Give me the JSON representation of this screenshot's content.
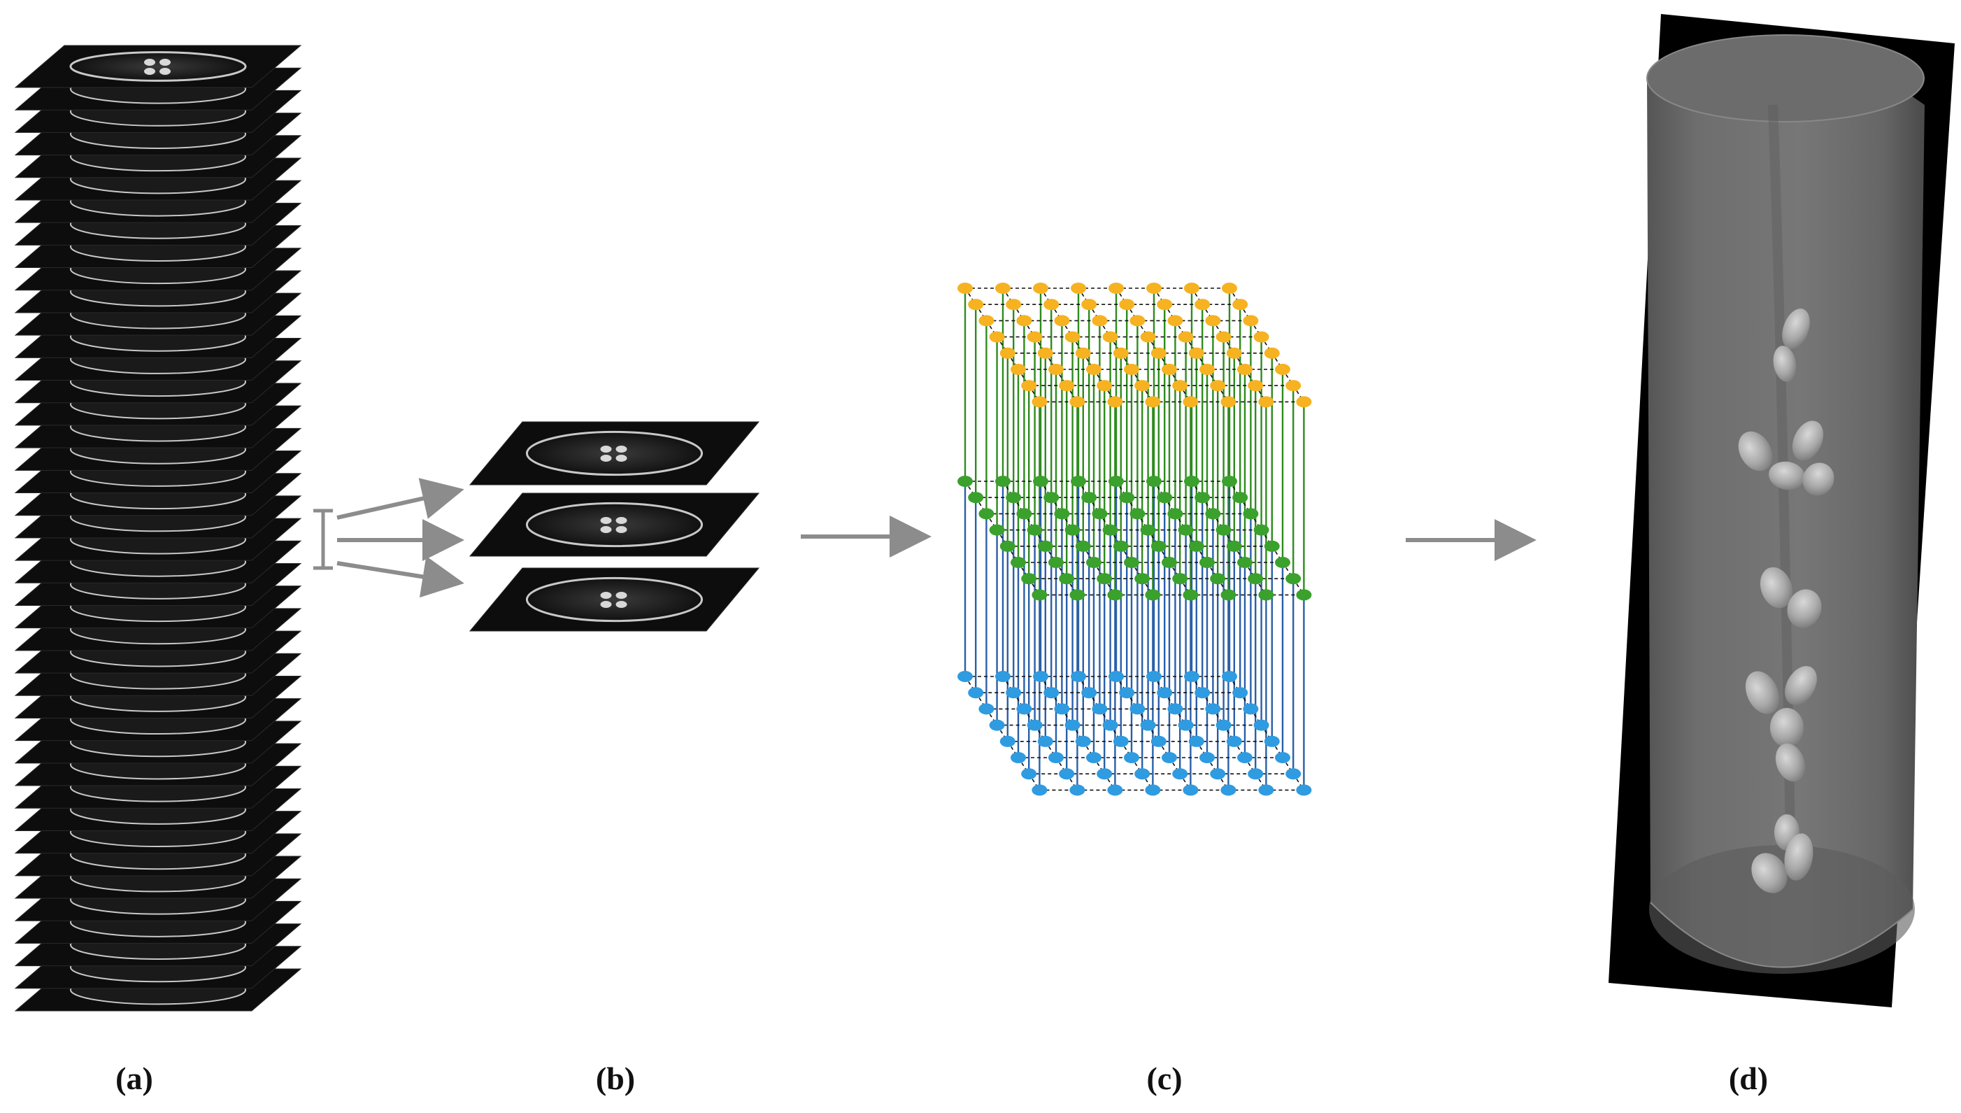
{
  "panels": [
    {
      "id": "a",
      "label": "(a)"
    },
    {
      "id": "b",
      "label": "(b)"
    },
    {
      "id": "c",
      "label": "(c)"
    },
    {
      "id": "d",
      "label": "(d)"
    }
  ],
  "slice_stack": {
    "count": 42
  },
  "selected_slices": {
    "count": 3
  },
  "voxel_grid": {
    "columns": 8,
    "rows": 8,
    "layers": 3,
    "layer_colors": [
      "#f6b220",
      "#3aa12c",
      "#2f9be0"
    ],
    "connector_colors": [
      "#2e8b1e",
      "#2a5fa8"
    ],
    "edge_color": "#111111"
  },
  "volume": {
    "background": "#000000",
    "cylinder_color": "#6a6a6a"
  },
  "arrow_color": "#8c8c8c"
}
